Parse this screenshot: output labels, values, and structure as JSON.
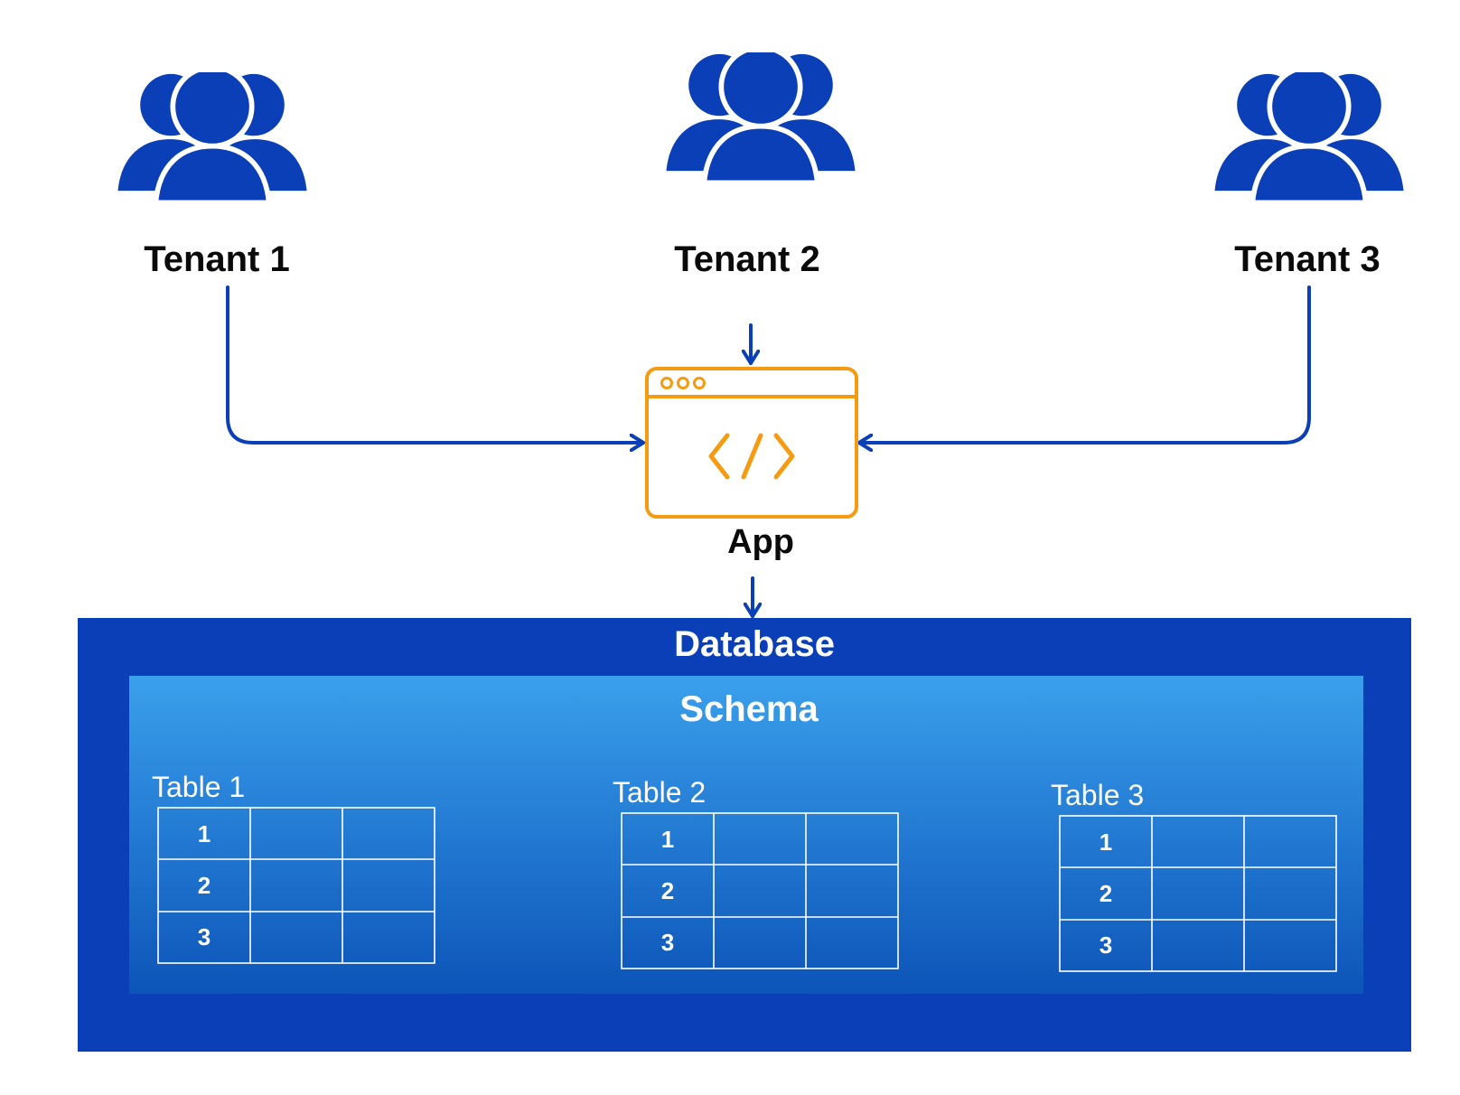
{
  "tenants": [
    {
      "label": "Tenant 1"
    },
    {
      "label": "Tenant 2"
    },
    {
      "label": "Tenant 3"
    }
  ],
  "app": {
    "label": "App",
    "icon": "code-window-icon"
  },
  "database": {
    "label": "Database"
  },
  "schema": {
    "label": "Schema"
  },
  "tables": [
    {
      "title": "Table 1",
      "rows": [
        "1",
        "2",
        "3"
      ]
    },
    {
      "title": "Table 2",
      "rows": [
        "1",
        "2",
        "3"
      ]
    },
    {
      "title": "Table 3",
      "rows": [
        "1",
        "2",
        "3"
      ]
    }
  ],
  "colors": {
    "primary_blue": "#0a3fb8",
    "accent_orange": "#f59b12",
    "schema_top": "#3aa0ec",
    "schema_bottom": "#0c54b8"
  }
}
